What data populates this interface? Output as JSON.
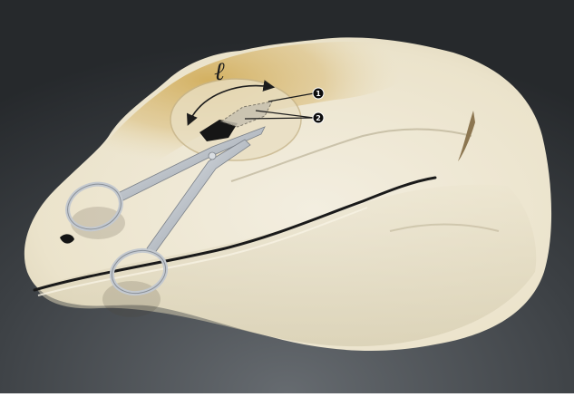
{
  "figure": {
    "subject": "lizard-head-surgical-illustration",
    "length_symbol": "ℓ",
    "callouts": [
      {
        "id": "1",
        "label": "1"
      },
      {
        "id": "2",
        "label": "2"
      }
    ]
  },
  "colors": {
    "background_dark": "#2a2d30",
    "background_light": "#555a5f",
    "skin_light": "#efe8d3",
    "skin_tan": "#d8b86b",
    "skin_shadow": "#bcb397",
    "incision": "#161616",
    "instrument_steel": "#c9ced4",
    "callout_fill": "#0d0d0d"
  },
  "icons": [
    "curved-double-arrow-icon",
    "surgical-scissors-icon"
  ]
}
